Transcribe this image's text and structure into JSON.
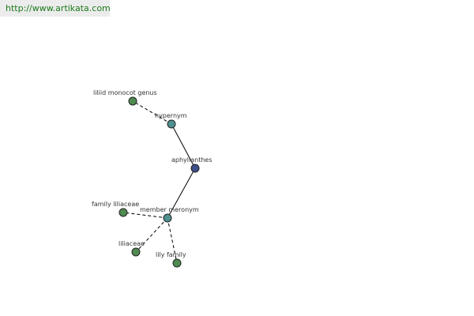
{
  "source_link": "http://www.artikata.com",
  "graph": {
    "nodes": {
      "center": {
        "label": "aphyllanthes",
        "color": "#3f4f8a"
      },
      "hypernym": {
        "label": "hypernym",
        "color": "#4f9090"
      },
      "liliid": {
        "label": "liliid monocot genus",
        "color": "#4f8a50"
      },
      "member_meronym": {
        "label": "member meronym",
        "color": "#4f9090"
      },
      "family_liliaceae": {
        "label": "family liliaceae",
        "color": "#4f8a50"
      },
      "liliaceae": {
        "label": "liliaceae",
        "color": "#4f8a50"
      },
      "lily_family": {
        "label": "lily family",
        "color": "#4f8a50"
      }
    }
  }
}
